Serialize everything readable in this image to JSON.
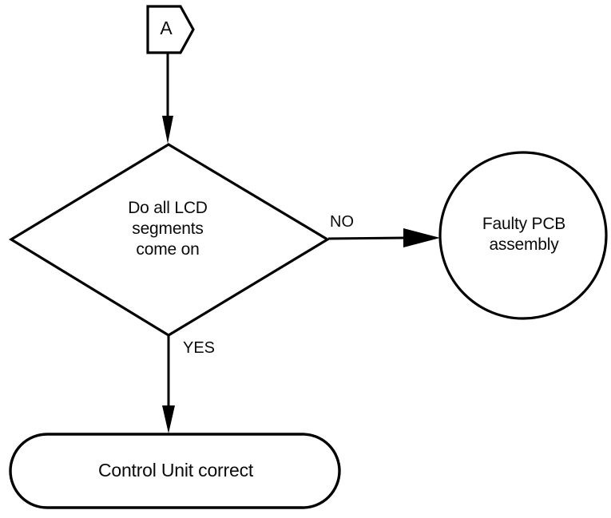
{
  "diagram": {
    "type": "flowchart",
    "title": "",
    "background_color": "#ffffff",
    "line_color": "#000000",
    "text_color": "#0a0a0a",
    "nodes": [
      {
        "id": "connector-a",
        "shape": "pentagon-connector",
        "label": "A"
      },
      {
        "id": "decision-lcd-segments",
        "shape": "diamond",
        "label": "Do all LCD\nsegments\ncome on"
      },
      {
        "id": "process-faulty-pcb",
        "shape": "circle",
        "label": "Faulty PCB\nassembly"
      },
      {
        "id": "terminator-control-unit",
        "shape": "stadium",
        "label": "Control Unit correct"
      }
    ],
    "edges": [
      {
        "id": "edge-connector-to-decision",
        "from": "connector-a",
        "to": "decision-lcd-segments",
        "label": "",
        "direction": "down"
      },
      {
        "id": "edge-decision-no",
        "from": "decision-lcd-segments",
        "to": "process-faulty-pcb",
        "label": "NO",
        "direction": "right"
      },
      {
        "id": "edge-decision-yes",
        "from": "decision-lcd-segments",
        "to": "terminator-control-unit",
        "label": "YES",
        "direction": "down"
      }
    ]
  }
}
